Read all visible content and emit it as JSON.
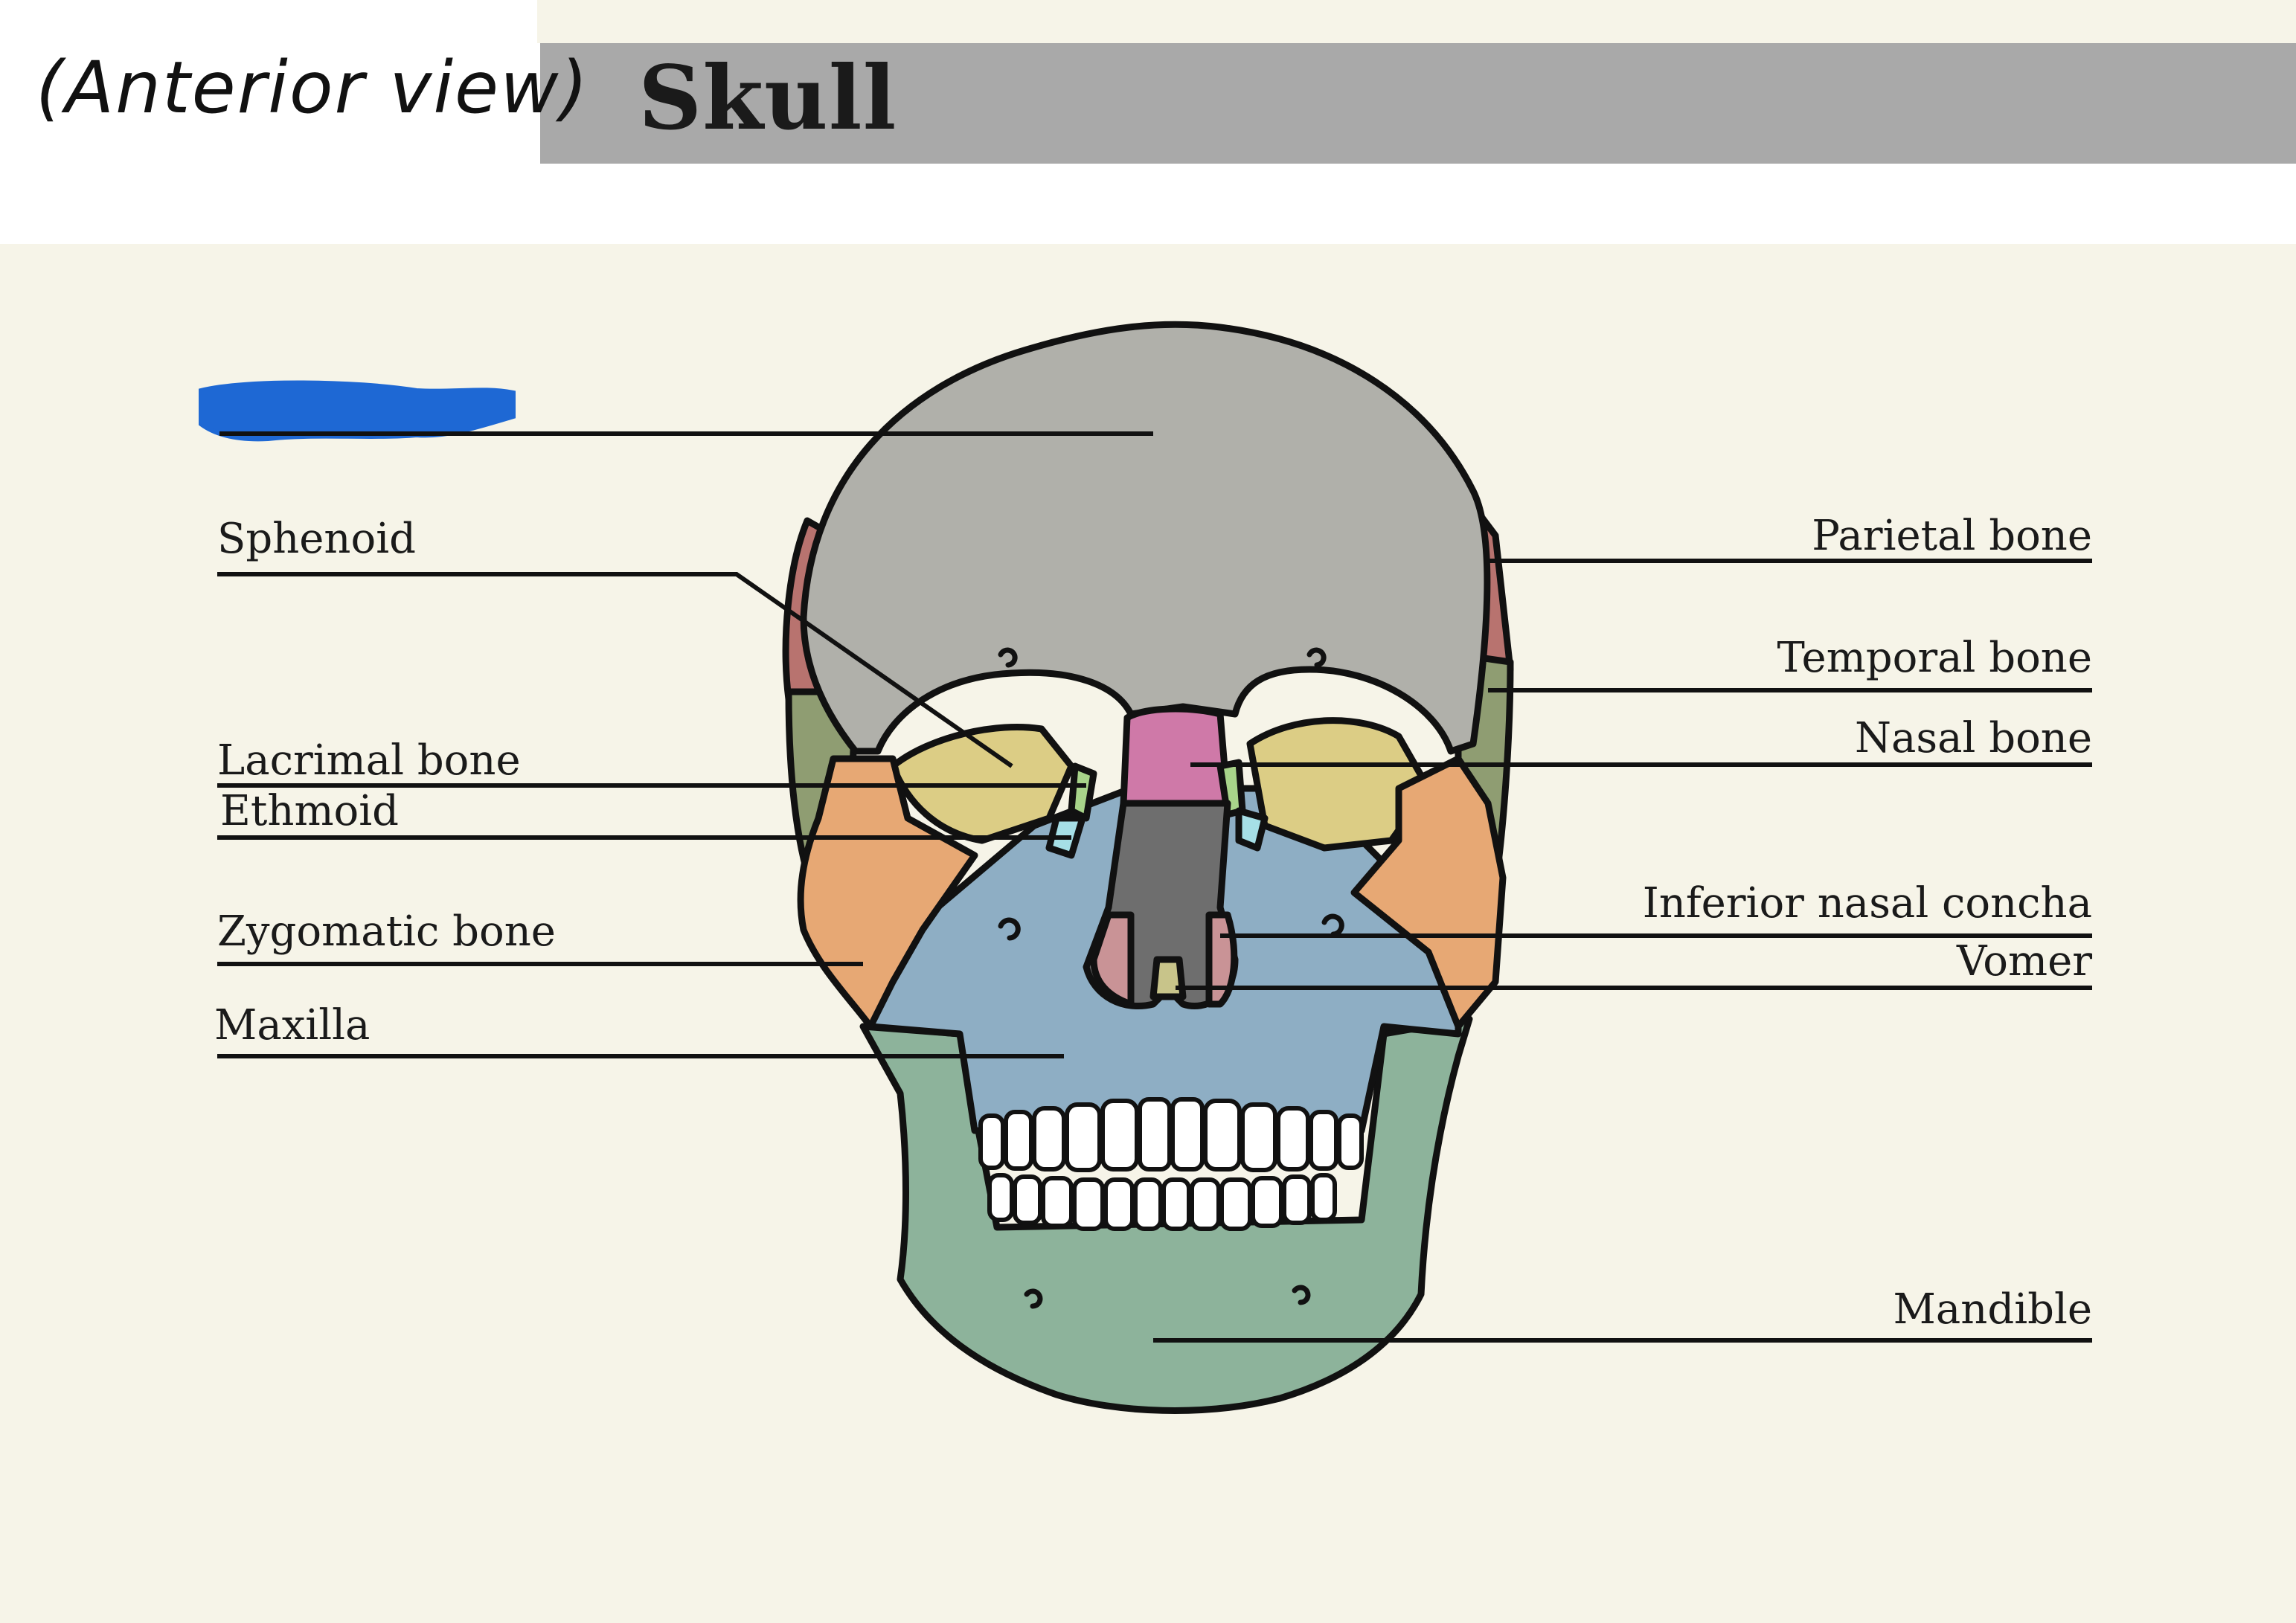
{
  "header": {
    "subtitle": "(Anterior view)",
    "title": "Skull"
  },
  "labels": {
    "sphenoid": "Sphenoid",
    "lacrimal": "Lacrimal bone",
    "ethmoid": "Ethmoid",
    "zygomatic": "Zygomatic bone",
    "maxilla": "Maxilla",
    "parietal": "Parietal bone",
    "temporal": "Temporal bone",
    "nasal": "Nasal bone",
    "inferior_concha": "Inferior nasal concha",
    "vomer": "Vomer",
    "mandible": "Mandible"
  },
  "colors": {
    "background": "#f6f4e8",
    "title_bar": "#a9a9a9",
    "redaction": "#1e68d4",
    "frontal": "#b0b0aa",
    "parietal": "#b8736f",
    "temporal": "#8f9d72",
    "sphenoid": "#dccd85",
    "zygomatic": "#e7a874",
    "maxilla": "#8eaec4",
    "nasal": "#cf79a8",
    "ethmoid": "#a6dfe6",
    "lacrimal": "#a8d48a",
    "vomer": "#c8c48a",
    "concha": "#c99396",
    "mandible": "#8db39b",
    "teeth": "#ffffff"
  }
}
